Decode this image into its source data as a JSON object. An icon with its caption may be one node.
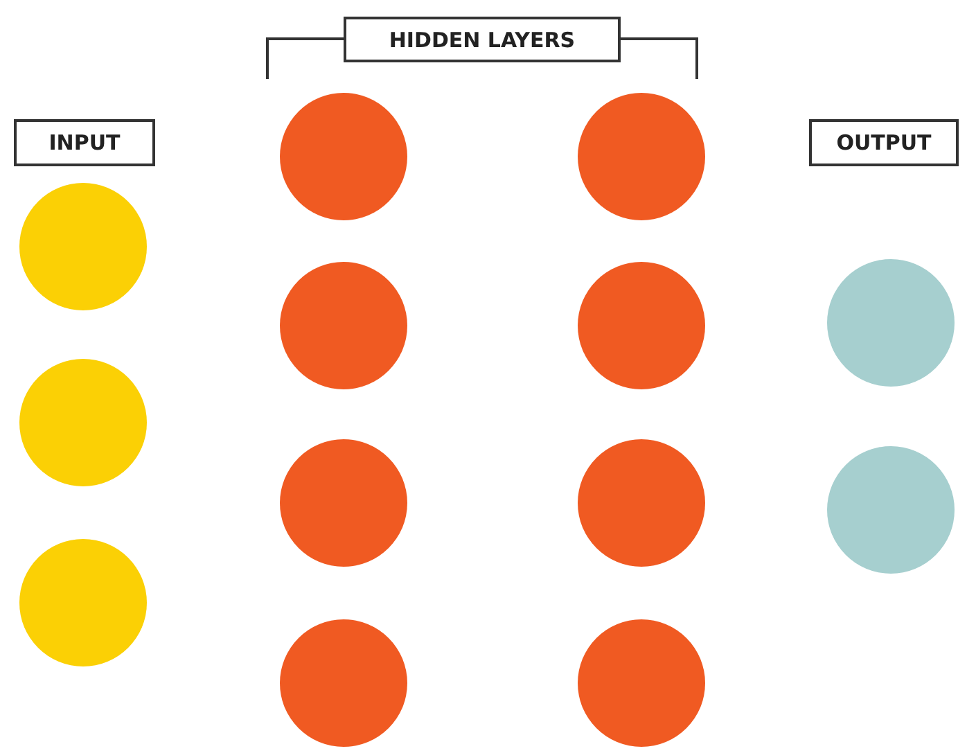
{
  "diagram": {
    "nodes": [
      {
        "text": [
          "INPUT"
        ]
      },
      {
        "text": [
          "HIDDEN LAYERS"
        ]
      },
      {
        "text": [
          "OUTPUT"
        ]
      },
      {
        "text": [],
        "shape": "circle"
      },
      {
        "text": [],
        "shape": "circle"
      },
      {
        "text": [],
        "shape": "circle"
      },
      {
        "text": [],
        "shape": "circle"
      },
      {
        "text": [],
        "shape": "circle"
      },
      {
        "text": [],
        "shape": "circle"
      },
      {
        "text": [],
        "shape": "circle"
      },
      {
        "text": [],
        "shape": "circle"
      },
      {
        "text": [],
        "shape": "circle"
      },
      {
        "text": [],
        "shape": "circle"
      },
      {
        "text": [],
        "shape": "circle"
      },
      {
        "text": [],
        "shape": "circle"
      },
      {
        "text": [],
        "shape": "circle"
      }
    ]
  }
}
